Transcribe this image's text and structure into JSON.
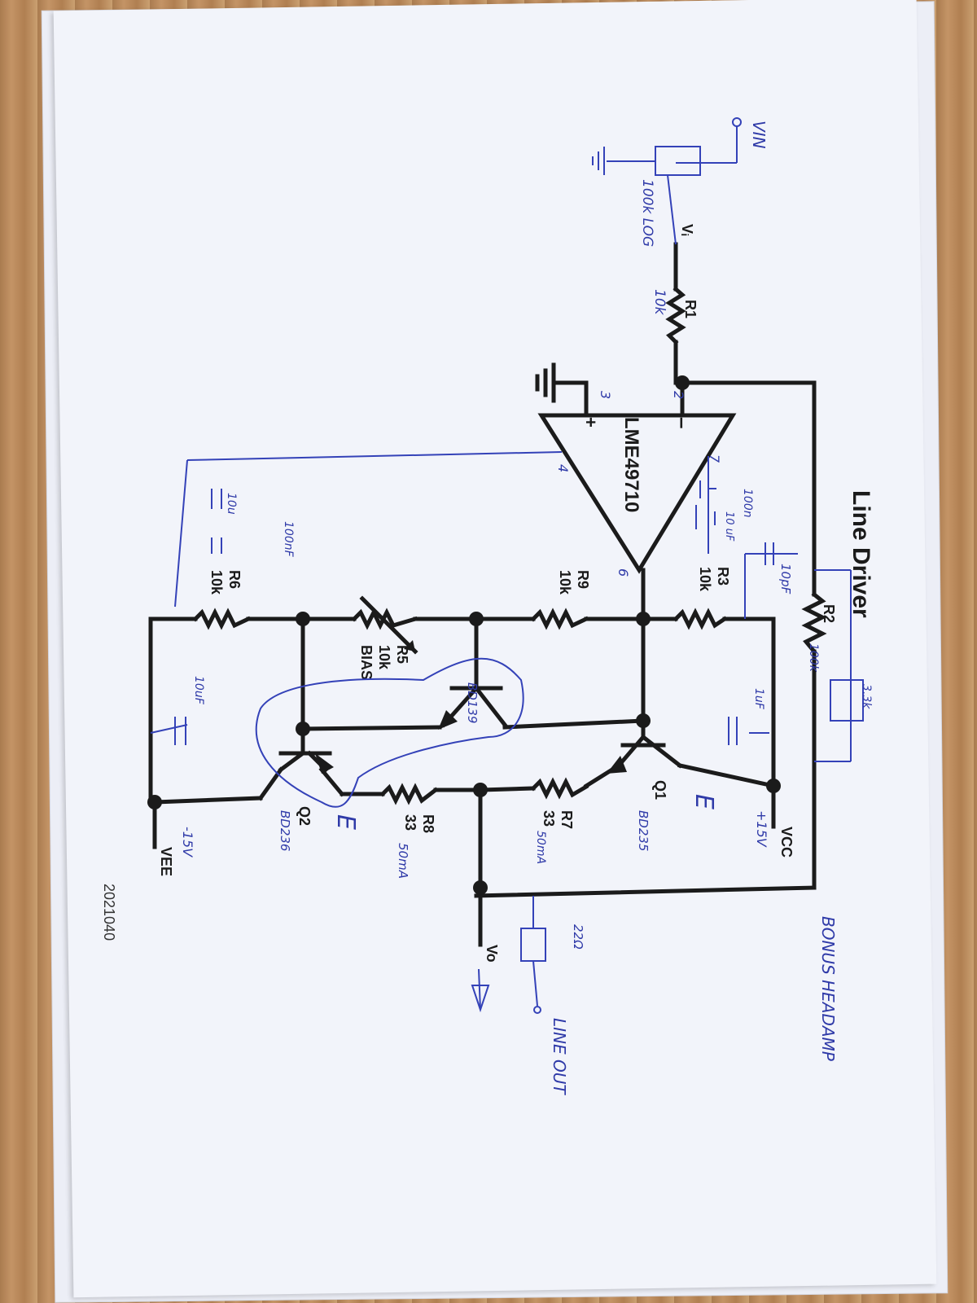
{
  "title": "Line Driver",
  "opamp": {
    "name": "LME49710",
    "minus": "–",
    "plus": "+"
  },
  "resistors": [
    {
      "ref": "R1",
      "value": ""
    },
    {
      "ref": "R2",
      "value": ""
    },
    {
      "ref": "R3",
      "value": "10k"
    },
    {
      "ref": "R5",
      "value": "10k",
      "note": "BIAS"
    },
    {
      "ref": "R6",
      "value": "10k"
    },
    {
      "ref": "R7",
      "value": "33"
    },
    {
      "ref": "R8",
      "value": "33"
    },
    {
      "ref": "R9",
      "value": "10k"
    }
  ],
  "transistors": [
    {
      "ref": "Q1"
    },
    {
      "ref": "Q2"
    }
  ],
  "nets": {
    "vi": "Vᵢ",
    "vcc": "VCC",
    "vee": "VEE",
    "vo": "Vo"
  },
  "footer_code": "2021040",
  "handwritten": {
    "vin": "VIN",
    "log_pot": "100k LOG",
    "r1_value": "10k",
    "pin2": "2",
    "pin3": "3",
    "pin4": "4",
    "pin6": "6",
    "pin7": "7",
    "cap_100n_top": "100n",
    "cap_10uf_top": "10 uF",
    "cap_10pf": "10pF",
    "r2_value": "100k",
    "r2_parallel": "3.3k",
    "cap_1uf": "1uF",
    "cap_10u_left": "10u",
    "cap_100nf_left": "100nF",
    "cap_10uf_bottom": "10uF",
    "q1_part": "BD235",
    "q_bias_part": "BD139",
    "q2_part": "BD236",
    "vcc_voltage": "+15V",
    "vee_voltage": "-15V",
    "r7_current": "50mA",
    "r8_current": "50mA",
    "line_out_r": "22Ω",
    "line_out": "LINE OUT",
    "heading": "BONUS HEADAMP",
    "emitter_mark_q1": "E",
    "emitter_mark_q2": "E"
  }
}
